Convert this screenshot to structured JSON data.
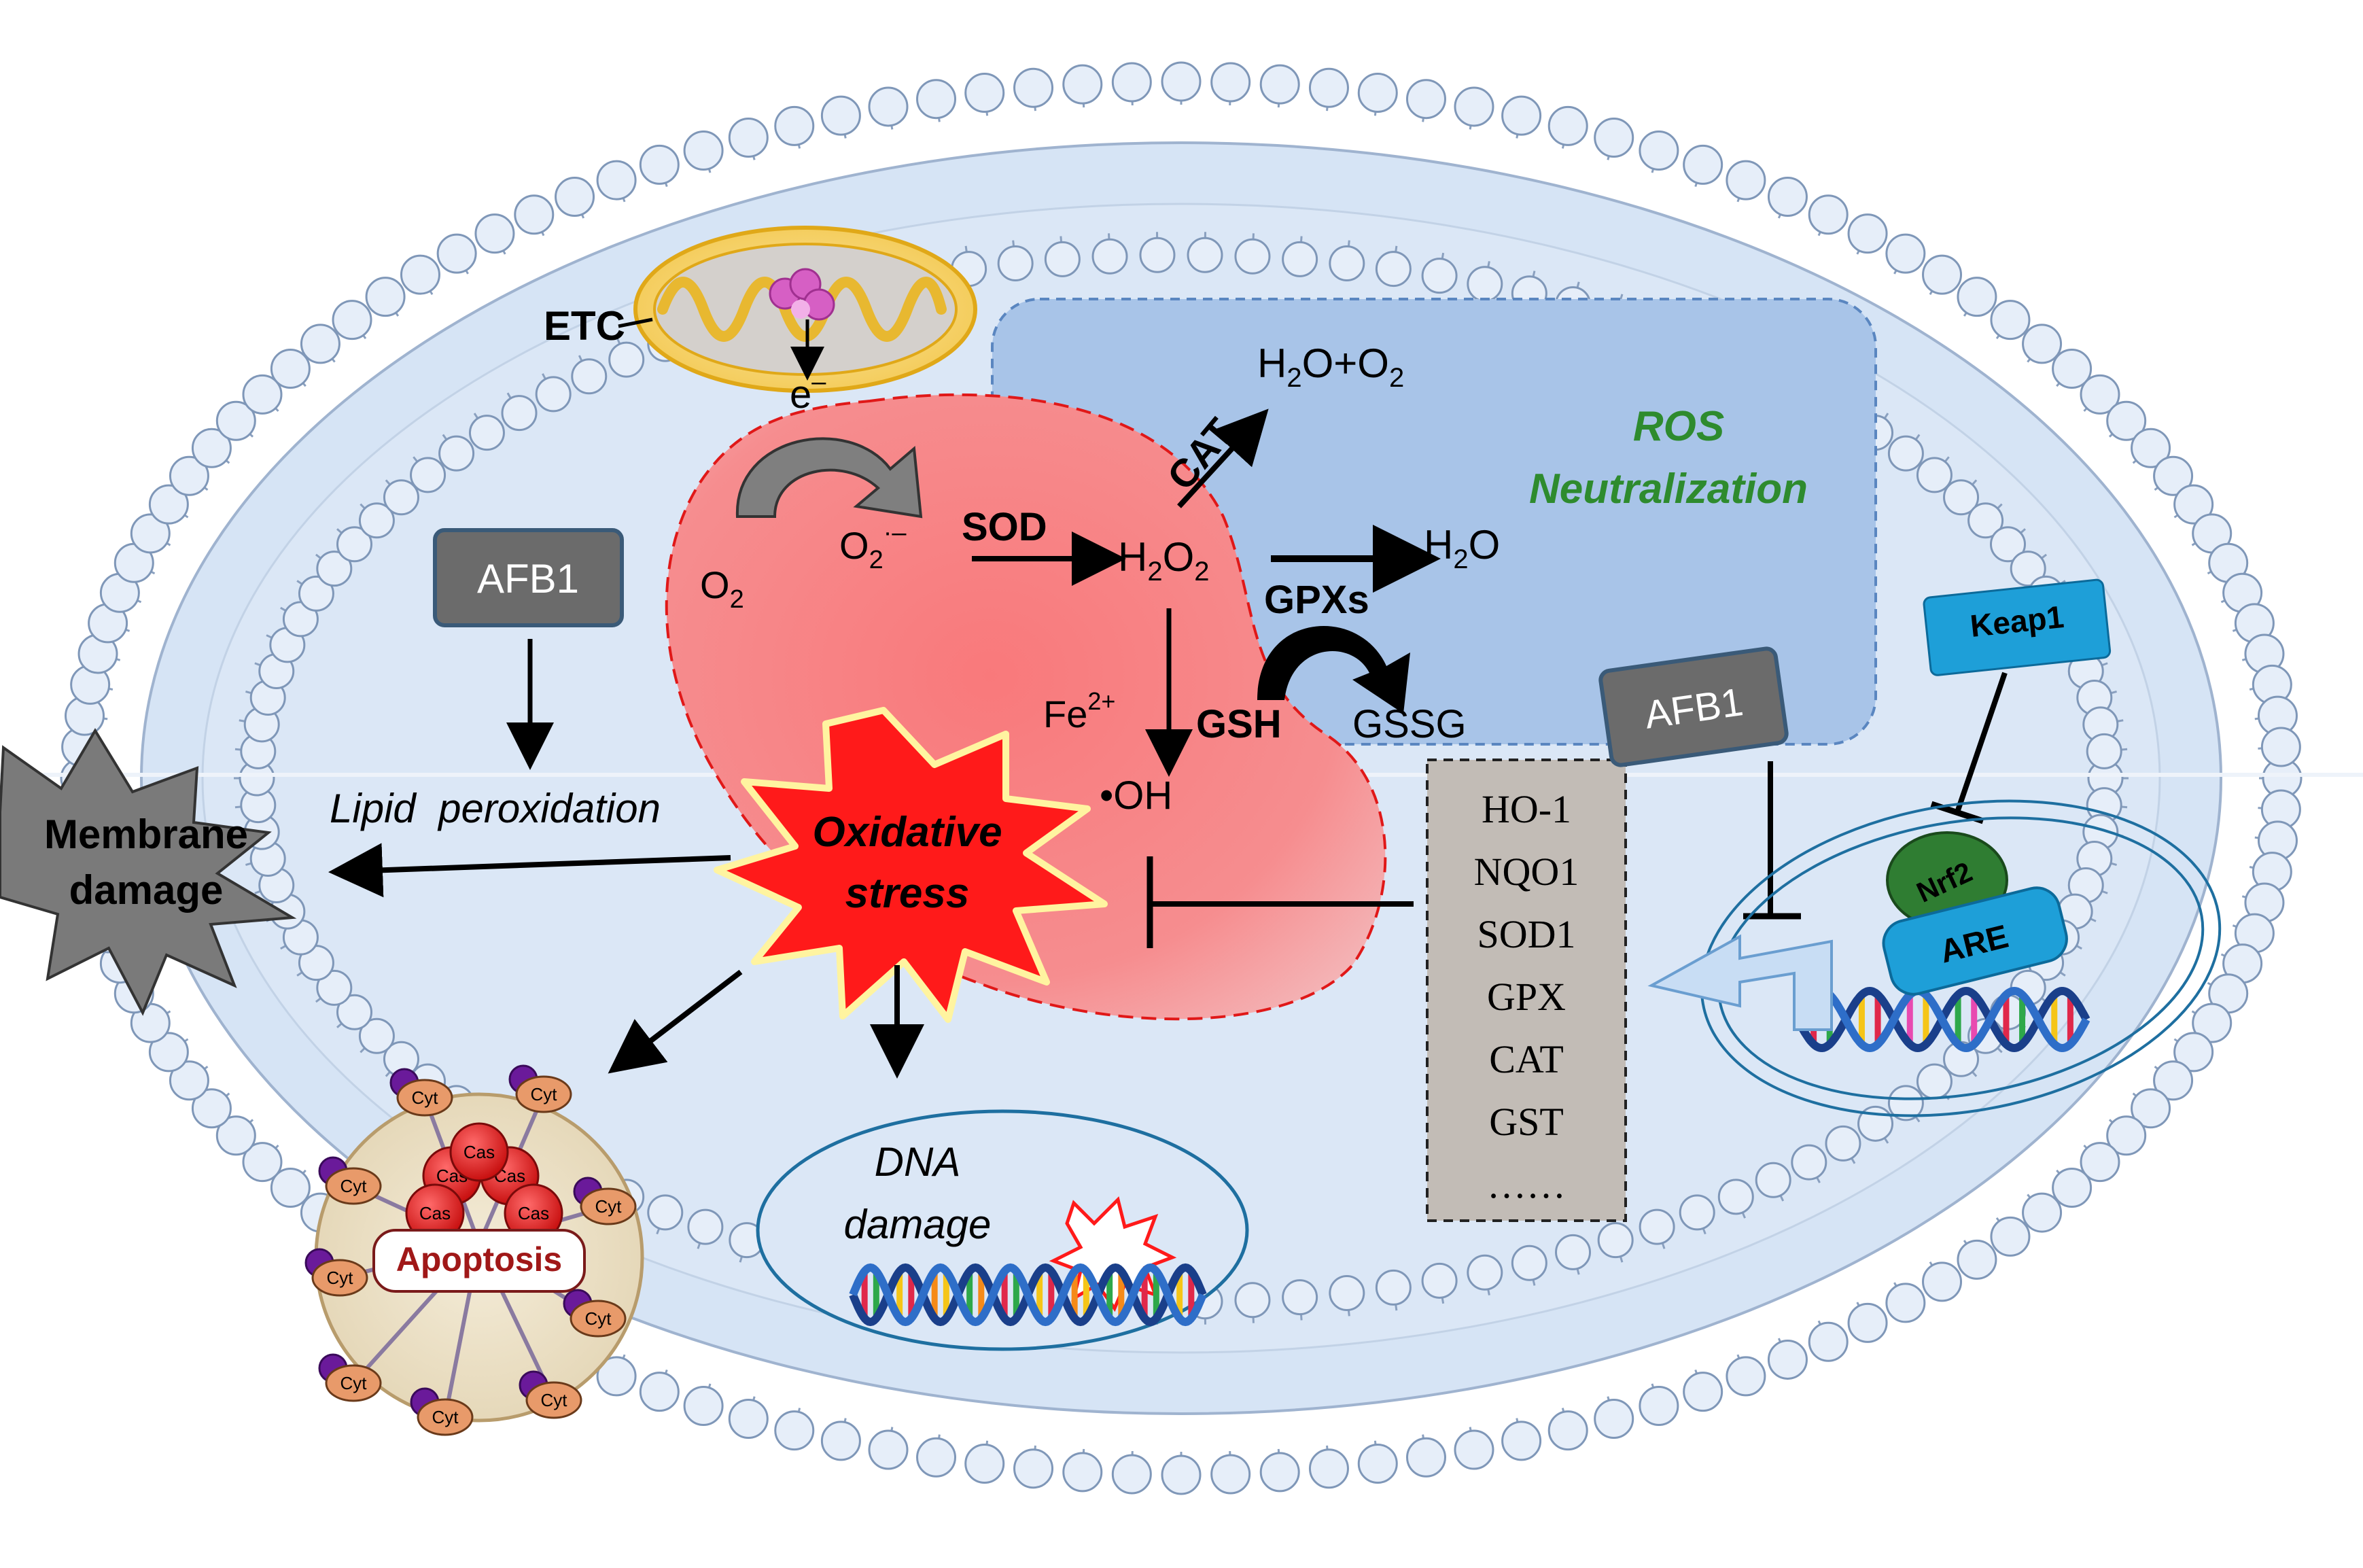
{
  "labels": {
    "etc": "ETC",
    "electron": "e",
    "electron_sup": "–",
    "o2": "O",
    "o2_sub": "2",
    "superoxide": "O",
    "superoxide_sub": "2",
    "superoxide_sup": "·–",
    "sod": "SOD",
    "h2o2_a": "H",
    "h2o2_sub1": "2",
    "h2o2_b": "O",
    "h2o2_sub2": "2",
    "cat": "CAT",
    "h2o_o2_a": "H",
    "h2o_o2_sub1": "2",
    "h2o_o2_b": "O+O",
    "h2o_o2_sub2": "2",
    "h2o_a": "H",
    "h2o_sub": "2",
    "h2o_b": "O",
    "gpxs": "GPXs",
    "gsh": "GSH",
    "gssg": "GSSG",
    "fe": "Fe",
    "fe_sup": "2+",
    "oh": "•OH",
    "ros_line1": "ROS",
    "ros_line2": "Neutralization",
    "afb1_left": "AFB1",
    "afb1_right": "AFB1",
    "keap1": "Keap1",
    "nrf2": "Nrf2",
    "are": "ARE",
    "lipid_peroxidation": "Lipid  peroxidation",
    "membrane_line1": "Membrane",
    "membrane_line2": "damage",
    "oxidative_line1": "Oxidative",
    "oxidative_line2": "stress",
    "dna_line1": "DNA",
    "dna_line2": "damage",
    "apoptosis": "Apoptosis",
    "cas": "Cas",
    "cyt": "Cyt"
  },
  "genes": [
    "HO-1",
    "NQO1",
    "SOD1",
    "GPX",
    "CAT",
    "GST",
    "……"
  ],
  "colors": {
    "cell_fill": "#d6e4f5",
    "membrane_stroke": "#7f97b8",
    "ros_box": "#a8c4e8",
    "red_blob": "#f6787a",
    "green_text": "#2e8b2e",
    "gray_box": "#6b6b6b",
    "keap1_box": "#1e9fd8",
    "nrf2": "#2f7d32",
    "gene_box": "#c2bcb6",
    "burst_red": "#ff1a1a"
  }
}
